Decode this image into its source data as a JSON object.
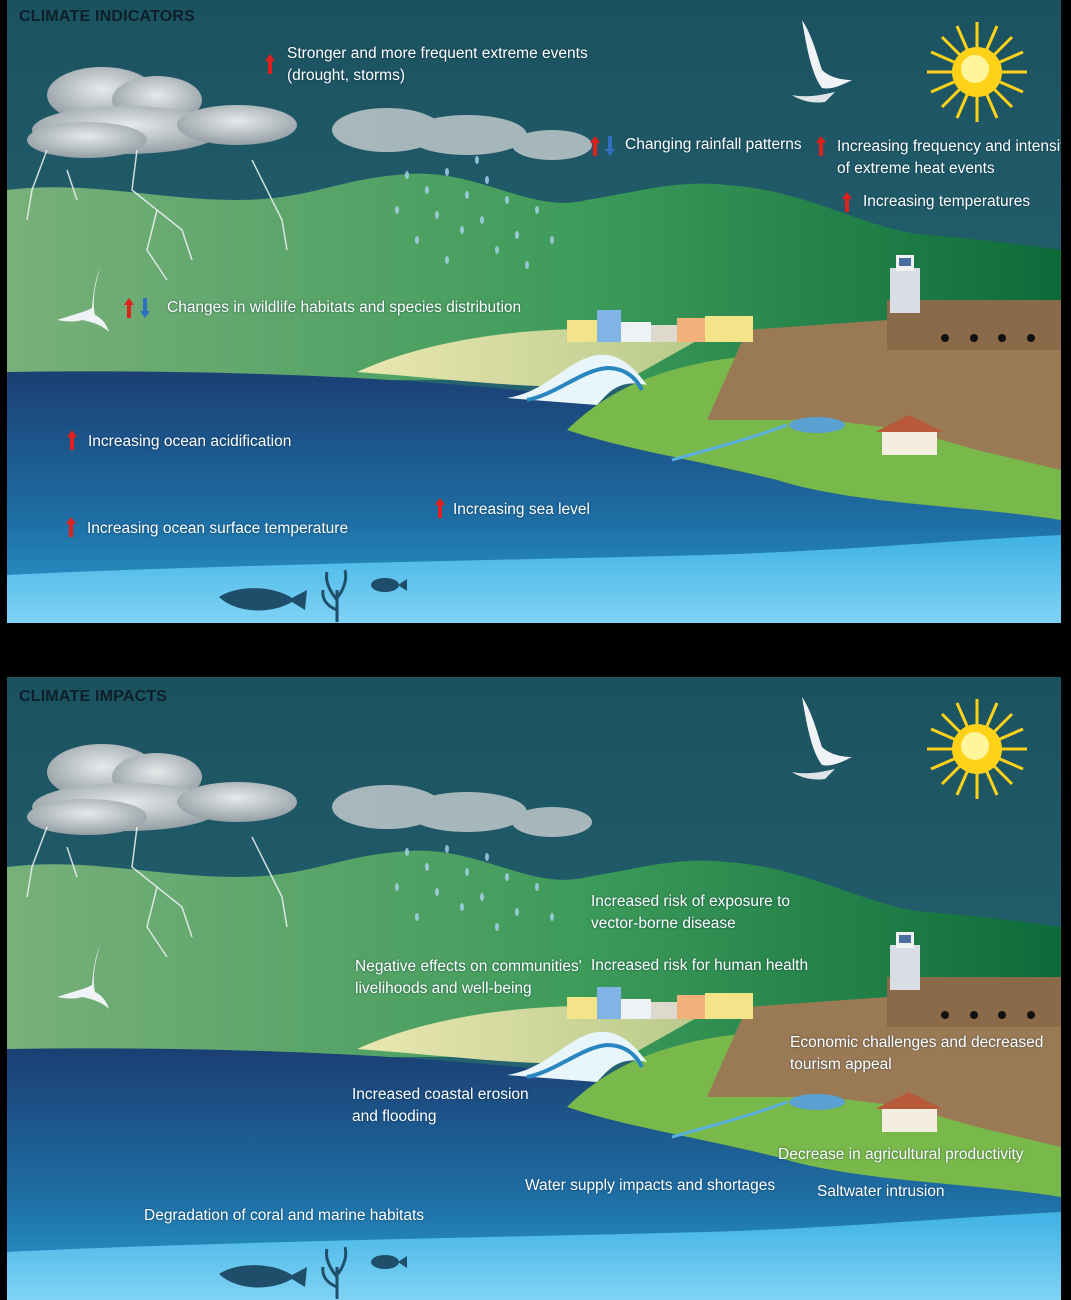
{
  "indicators": {
    "title": "CLIMATE INDICATORS",
    "items": [
      {
        "id": "extreme-events",
        "line1": "Stronger and more frequent extreme events",
        "line2": "(drought, storms)",
        "trend": "up"
      },
      {
        "id": "rainfall",
        "line1": "Changing rainfall patterns",
        "trend": "up-down"
      },
      {
        "id": "heat-events",
        "line1": "Increasing frequency and intensity",
        "line2": "of extreme heat events",
        "trend": "up"
      },
      {
        "id": "temperatures",
        "line1": "Increasing temperatures",
        "trend": "up"
      },
      {
        "id": "wildlife",
        "line1": "Changes in wildlife habitats and species distribution",
        "trend": "up-down"
      },
      {
        "id": "acidification",
        "line1": "Increasing ocean acidification",
        "trend": "up"
      },
      {
        "id": "sea-level",
        "line1": "Increasing sea level",
        "trend": "up"
      },
      {
        "id": "ocean-temp",
        "line1": "Increasing ocean surface temperature",
        "trend": "up"
      }
    ]
  },
  "impacts": {
    "title": "CLIMATE IMPACTS",
    "items": [
      {
        "id": "vector-disease",
        "line1": "Increased risk of exposure to",
        "line2": "vector-borne disease"
      },
      {
        "id": "human-health",
        "line1": "Increased risk for human health"
      },
      {
        "id": "communities",
        "line1": "Negative effects on communities'",
        "line2": "livelihoods and well-being"
      },
      {
        "id": "economic",
        "line1": "Economic challenges and decreased",
        "line2": "tourism appeal"
      },
      {
        "id": "erosion",
        "line1": "Increased coastal erosion",
        "line2": "and flooding"
      },
      {
        "id": "agriculture",
        "line1": "Decrease in agricultural productivity"
      },
      {
        "id": "water-supply",
        "line1": "Water supply impacts and shortages"
      },
      {
        "id": "saltwater",
        "line1": "Saltwater intrusion"
      },
      {
        "id": "coral",
        "line1": "Degradation of coral and marine habitats"
      }
    ]
  },
  "colors": {
    "sky": "#1f5766",
    "arrow_up": "#e0201b",
    "arrow_down": "#2f6fc0",
    "sun": "#ffd21a",
    "label_text": "#ffffff"
  }
}
